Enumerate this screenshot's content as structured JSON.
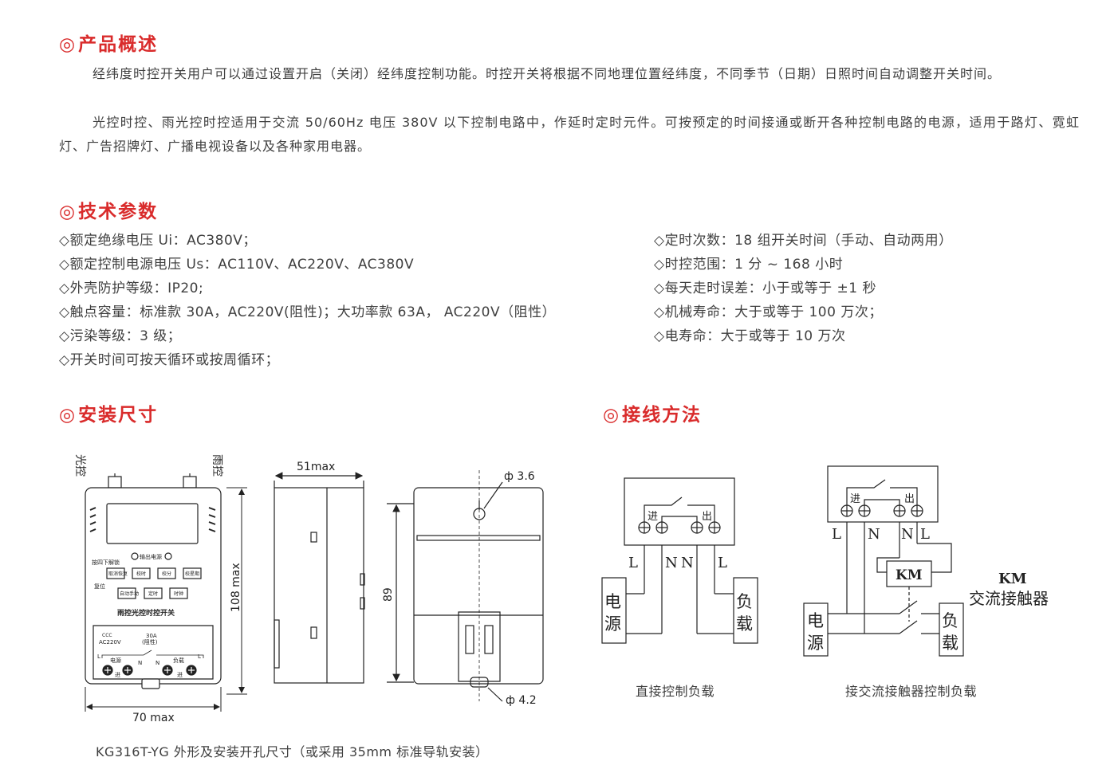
{
  "overview": {
    "title": "产品概述",
    "mark": "◎",
    "para1": "经纬度时控开关用户可以通过设置开启（关闭）经纬度控制功能。时控开关将根据不同地理位置经纬度，不同季节（日期）日照时间自动调整开关时间。",
    "para2": "光控时控、雨光控时控适用于交流 50/60Hz 电压 380V 以下控制电路中，作延时定时元件。可按预定的时间接通或断开各种控制电路的电源，适用于路灯、霓虹灯、广告招牌灯、广播电视设备以及各种家用电器。"
  },
  "specs": {
    "title": "技术参数",
    "left": [
      "◇额定绝缘电压 Ui：AC380V；",
      "◇额定控制电源电压 Us：AC110V、AC220V、AC380V",
      "◇外壳防护等级：IP20;",
      "◇触点容量：标准款 30A，AC220V(阻性)；大功率款 63A， AC220V（阻性）",
      "◇污染等级：3 级；",
      "◇开关时间可按天循环或按周循环；"
    ],
    "right": [
      "◇定时次数：18 组开关时间（手动、自动两用）",
      "◇时控范围：1 分 ~ 168 小时",
      "◇每天走时误差：小于或等于 ±1 秒",
      "◇机械寿命：大于或等于 100 万次；",
      "◇电寿命：大于或等于 10 万次"
    ]
  },
  "install": {
    "title": "安装尺寸",
    "caption": "KG316T-YG 外形及安装开孔尺寸（或采用 35mm 标准导轨安装）",
    "light_label": "光控",
    "rain_label": "雨控",
    "height_label": "108 max",
    "width_label": "70 max",
    "depth_label": "51max",
    "hole_height": "89",
    "hole_top": "ф 3.6",
    "hole_bottom": "ф 4.2",
    "panel": {
      "output_power": "输出电源",
      "press_unlock": "按四下解锁",
      "reset": "复位",
      "btn1": "取消恢复",
      "btn2": "校时",
      "btn3": "校分",
      "btn4": "校星期",
      "btn5": "自动手动",
      "btn6": "定时",
      "btn7": "时钟",
      "product_name": "雨控光控时控开关",
      "ce": "CCC",
      "voltage": "AC220V",
      "current": "30A",
      "resistive": "(阻性)",
      "power": "电源",
      "load": "负载",
      "in": "进",
      "out": "出",
      "L": "L",
      "N": "N"
    }
  },
  "wiring": {
    "title": "接线方法",
    "direct_caption": "直接控制负载",
    "contactor_caption": "接交流接触器控制负载",
    "in": "进",
    "out": "出",
    "L": "L",
    "N": "N",
    "power_1": "电",
    "power_2": "源",
    "load_1": "负",
    "load_2": "载",
    "km": "KM",
    "km_desc": "交流接触器"
  },
  "colors": {
    "accent": "#d92b2b",
    "text": "#3f3f3f",
    "line": "#222222"
  }
}
